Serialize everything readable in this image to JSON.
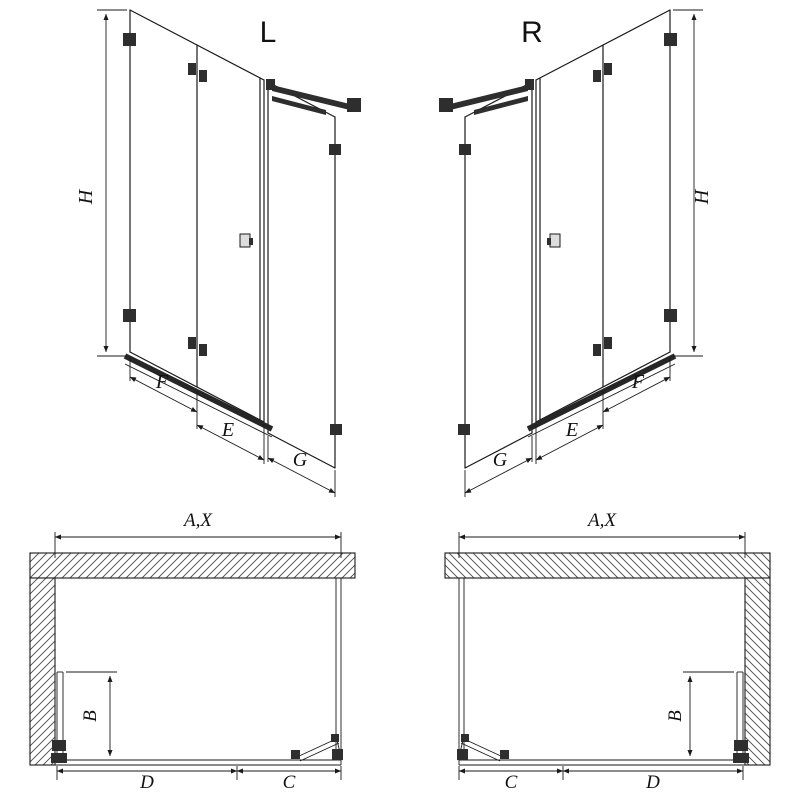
{
  "diagram": {
    "iso_left": {
      "variant_label": "L",
      "height": "H",
      "dim_fixed": "F",
      "dim_door": "E",
      "dim_side": "G"
    },
    "iso_right": {
      "variant_label": "R",
      "height": "H",
      "dim_fixed": "F",
      "dim_door": "E",
      "dim_side": "G"
    },
    "plan_left": {
      "width_total": "A,X",
      "door_depth": "B",
      "seg_left": "D",
      "seg_right": "C"
    },
    "plan_right": {
      "width_total": "A,X",
      "door_depth": "B",
      "seg_left": "C",
      "seg_right": "D"
    }
  },
  "colors": {
    "background": "#ffffff",
    "line": "#1a1a1a",
    "hardware": "#2e2e2e"
  }
}
